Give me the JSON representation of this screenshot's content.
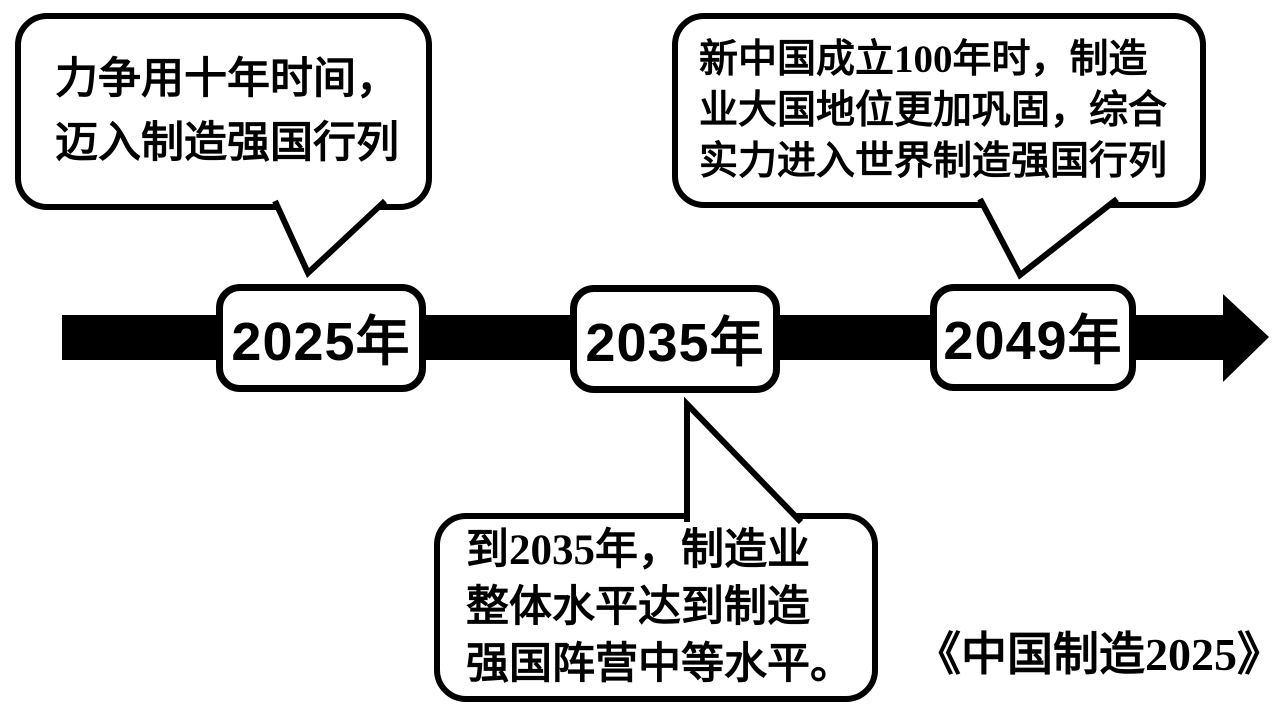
{
  "page": {
    "background_color": "#ffffff",
    "ink_color": "#000000",
    "description": "Timeline diagram of the Made in China 2025 manufacturing strategy milestones"
  },
  "bubbles": [
    {
      "id": "goal-2025",
      "points_to": "2025年",
      "lines": [
        "力争用十年时间，",
        "迈入制造强国行列"
      ]
    },
    {
      "id": "goal-2035",
      "points_to": "2035年",
      "lines": [
        "到2035年，制造业",
        "整体水平达到制造",
        "强国阵营中等水平。"
      ]
    },
    {
      "id": "goal-2049",
      "points_to": "2049年",
      "lines": [
        "新中国成立100年时，制造",
        "业大国地位更加巩固，综合",
        "实力进入世界制造强国行列"
      ]
    }
  ],
  "timeline": {
    "direction": "left-to-right",
    "milestones": [
      {
        "label": "2025年"
      },
      {
        "label": "2035年"
      },
      {
        "label": "2049年"
      }
    ]
  },
  "source": {
    "label": "《中国制造2025》"
  }
}
